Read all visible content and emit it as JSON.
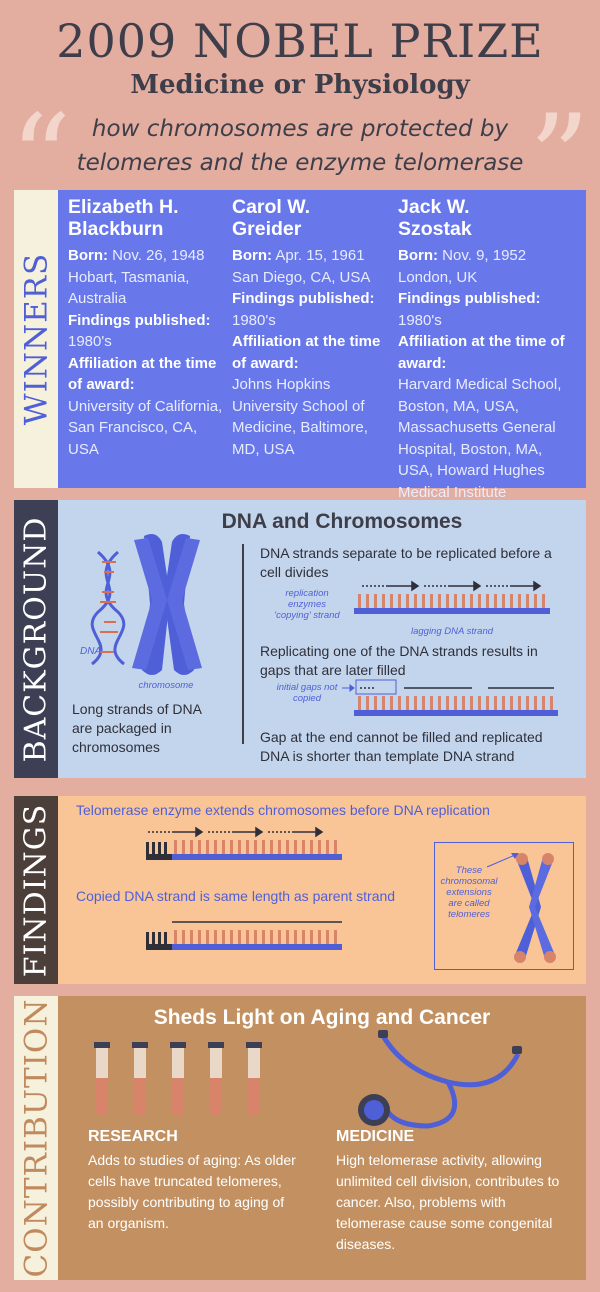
{
  "header": {
    "title": "2009 NOBEL PRIZE",
    "subtitle": "Medicine or Physiology",
    "tagline_line1": "how chromosomes are protected by",
    "tagline_line2": "telomeres and the enzyme telomerase"
  },
  "sections": {
    "winners": "WINNERS",
    "background": "BACKGROUND",
    "findings": "FINDINGS",
    "contribution": "CONTRIBUTION"
  },
  "winners": [
    {
      "name_line1": "Elizabeth H.",
      "name_line2": "Blackburn",
      "born_label": "Born:",
      "born": "Nov. 26, 1948",
      "birthplace": "Hobart, Tasmania, Australia",
      "findings_label": "Findings published:",
      "findings": "1980's",
      "affiliation_label": "Affiliation at the time of award:",
      "affiliation": "University of California, San Francisco, CA, USA"
    },
    {
      "name_line1": "Carol W.",
      "name_line2": "Greider",
      "born_label": "Born:",
      "born": "Apr. 15, 1961",
      "birthplace": "San Diego, CA, USA",
      "findings_label": "Findings published:",
      "findings": "1980's",
      "affiliation_label": "Affiliation at the time of award:",
      "affiliation": "Johns Hopkins University School of Medicine, Baltimore, MD, USA"
    },
    {
      "name_line1": "Jack W.",
      "name_line2": "Szostak",
      "born_label": "Born:",
      "born": "Nov. 9, 1952",
      "birthplace": "London, UK",
      "findings_label": "Findings published:",
      "findings": "1980's",
      "affiliation_label": "Affiliation at the time of award:",
      "affiliation": "Harvard Medical School, Boston, MA, USA, Massachusetts General Hospital, Boston, MA, USA, Howard Hughes Medical Institute"
    }
  ],
  "background": {
    "title": "DNA and Chromosomes",
    "dna_label": "DNA",
    "chromosome_label": "chromosome",
    "caption": "Long strands of DNA are packaged in chromosomes",
    "step1": "DNA strands separate to be replicated before a cell divides",
    "replication_label": "replication enzymes 'copying' strand",
    "lagging_label": "lagging DNA strand",
    "step2": "Replicating one of the DNA strands results in gaps that are later filled",
    "gaps_label": "initial gaps not copied",
    "step3": "Gap at the end cannot be filled and replicated DNA is shorter than template DNA strand"
  },
  "findings": {
    "text1": "Telomerase enzyme extends chromosomes before DNA replication",
    "text2": "Copied DNA strand is same length as parent strand",
    "telomere_note": "These chromosomal extensions are called telomeres"
  },
  "contribution": {
    "title": "Sheds Light on Aging and Cancer",
    "research_head": "RESEARCH",
    "research_body": "Adds to studies of aging: As older cells have truncated telomeres, possibly contributing to aging of an organism.",
    "medicine_head": "MEDICINE",
    "medicine_body": "High telomerase activity, allowing unlimited cell division, contributes to cancer. Also, problems with telomerase cause some congenital diseases."
  },
  "colors": {
    "page": "#e3ada0",
    "winners_panel": "#6878ea",
    "background_panel": "#c3d5ec",
    "findings_panel": "#f9c596",
    "contribution_panel": "#c39161",
    "accent_blue": "#4f5fd8"
  }
}
